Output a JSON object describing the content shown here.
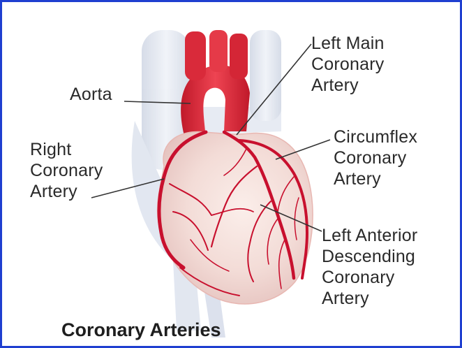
{
  "title": "Coronary Arteries",
  "labels": {
    "aorta": [
      "Aorta"
    ],
    "left_main": [
      "Left Main",
      "Coronary",
      "Artery"
    ],
    "right": [
      "Right",
      "Coronary",
      "Artery"
    ],
    "circumflex": [
      "Circumflex",
      "Coronary",
      "Artery"
    ],
    "lad": [
      "Left Anterior",
      "Descending",
      "Coronary",
      "Artery"
    ]
  },
  "colors": {
    "frame_border": "#1f3fd0",
    "artery": "#c8102e",
    "aorta": "#e0303f",
    "heart_tissue": "#f1d8d4",
    "vessels_bg": "#dfe4ee"
  }
}
